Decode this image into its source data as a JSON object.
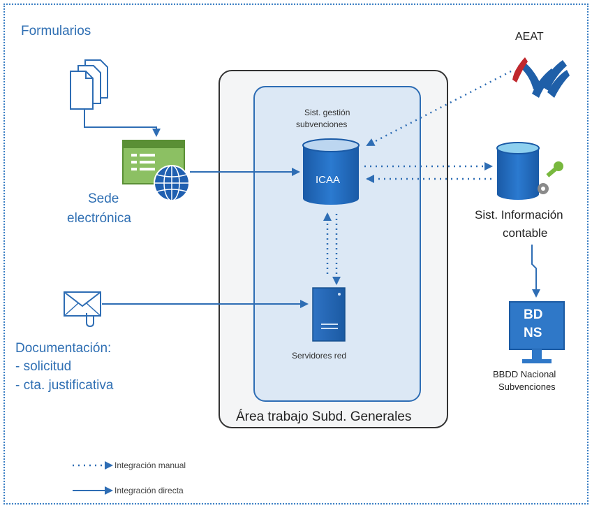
{
  "labels": {
    "formularios": "Formularios",
    "sede_line1": "Sede",
    "sede_line2": "electrónica",
    "documentacion": "Documentación:",
    "doc_item1": "- solicitud",
    "doc_item2": "- cta. justificativa",
    "area_trabajo": "Área trabajo Subd. Generales",
    "sist_gestion_line1": "Sist. gestión",
    "sist_gestion_line2": "subvenciones",
    "icaa": "ICAA",
    "servidores": "Servidores red",
    "aeat": "AEAT",
    "sist_info_line1": "Sist. Información",
    "sist_info_line2": "contable",
    "bdns_line1": "BD",
    "bdns_line2": "NS",
    "bbdd_line1": "BBDD Nacional",
    "bbdd_line2": "Subvenciones"
  },
  "legend": {
    "manual": "Integración manual",
    "direct": "Integración directa"
  },
  "icons": [
    "documents-icon",
    "web-form-icon",
    "globe-icon",
    "envelope-icon",
    "database-icon",
    "server-icon",
    "aeat-logo",
    "database-key-icon",
    "bdns-monitor-icon"
  ],
  "colors": {
    "accent": "#2f6fb3",
    "arrow": "#2e6db4",
    "inner_panel": "#dce8f5",
    "database": "#1f66b8",
    "aeat_red": "#c0282d",
    "aeat_blue": "#1f5fa8"
  }
}
